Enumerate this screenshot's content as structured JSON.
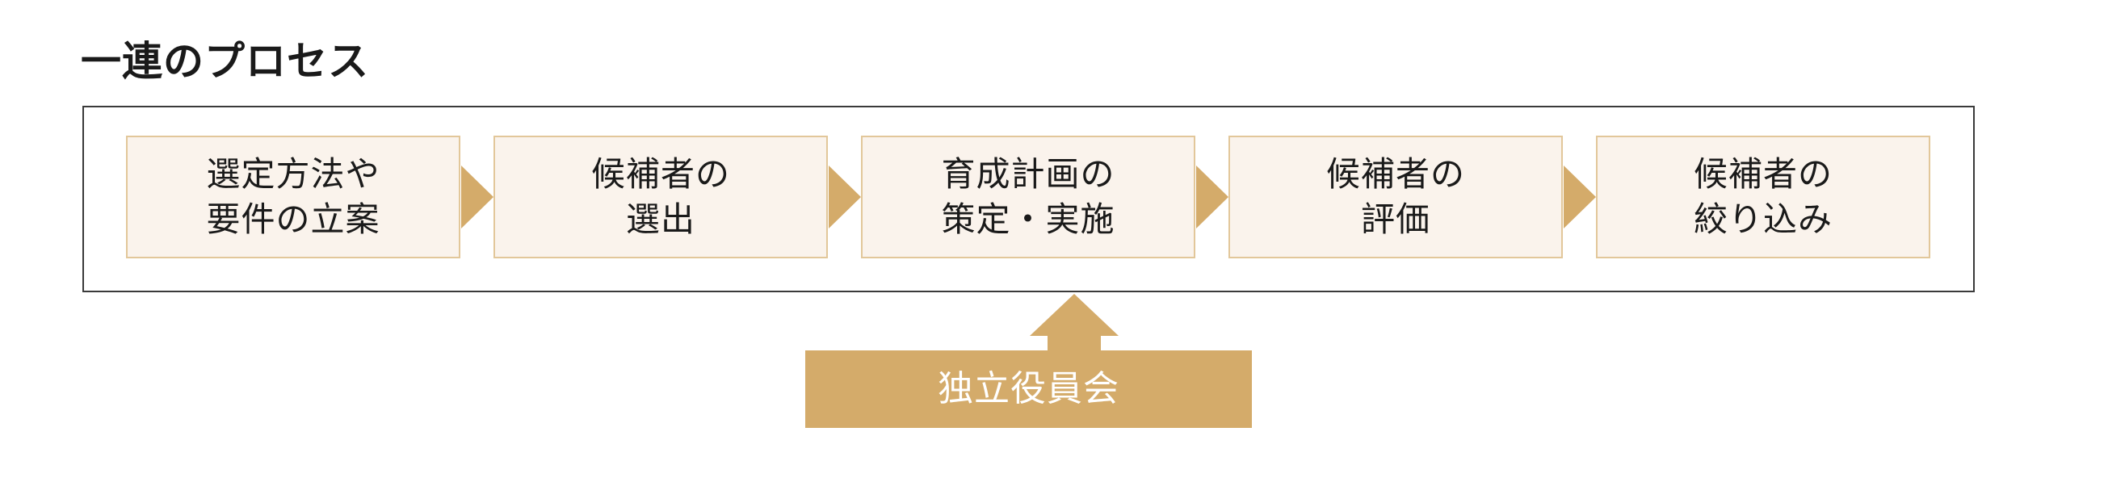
{
  "title": "一連のプロセス",
  "steps": [
    {
      "line1": "選定方法や",
      "line2": "要件の立案"
    },
    {
      "line1": "候補者の",
      "line2": "選出"
    },
    {
      "line1": "育成計画の",
      "line2": "策定・実施"
    },
    {
      "line1": "候補者の",
      "line2": "評価"
    },
    {
      "line1": "候補者の",
      "line2": "絞り込み"
    }
  ],
  "committee": {
    "label": "独立役員会"
  },
  "colors": {
    "accent": "#d4ab6a",
    "box_fill": "#faf3ec",
    "box_border": "#e2c79a",
    "frame_border": "#3a3a3a",
    "text": "#1a1a1a"
  }
}
